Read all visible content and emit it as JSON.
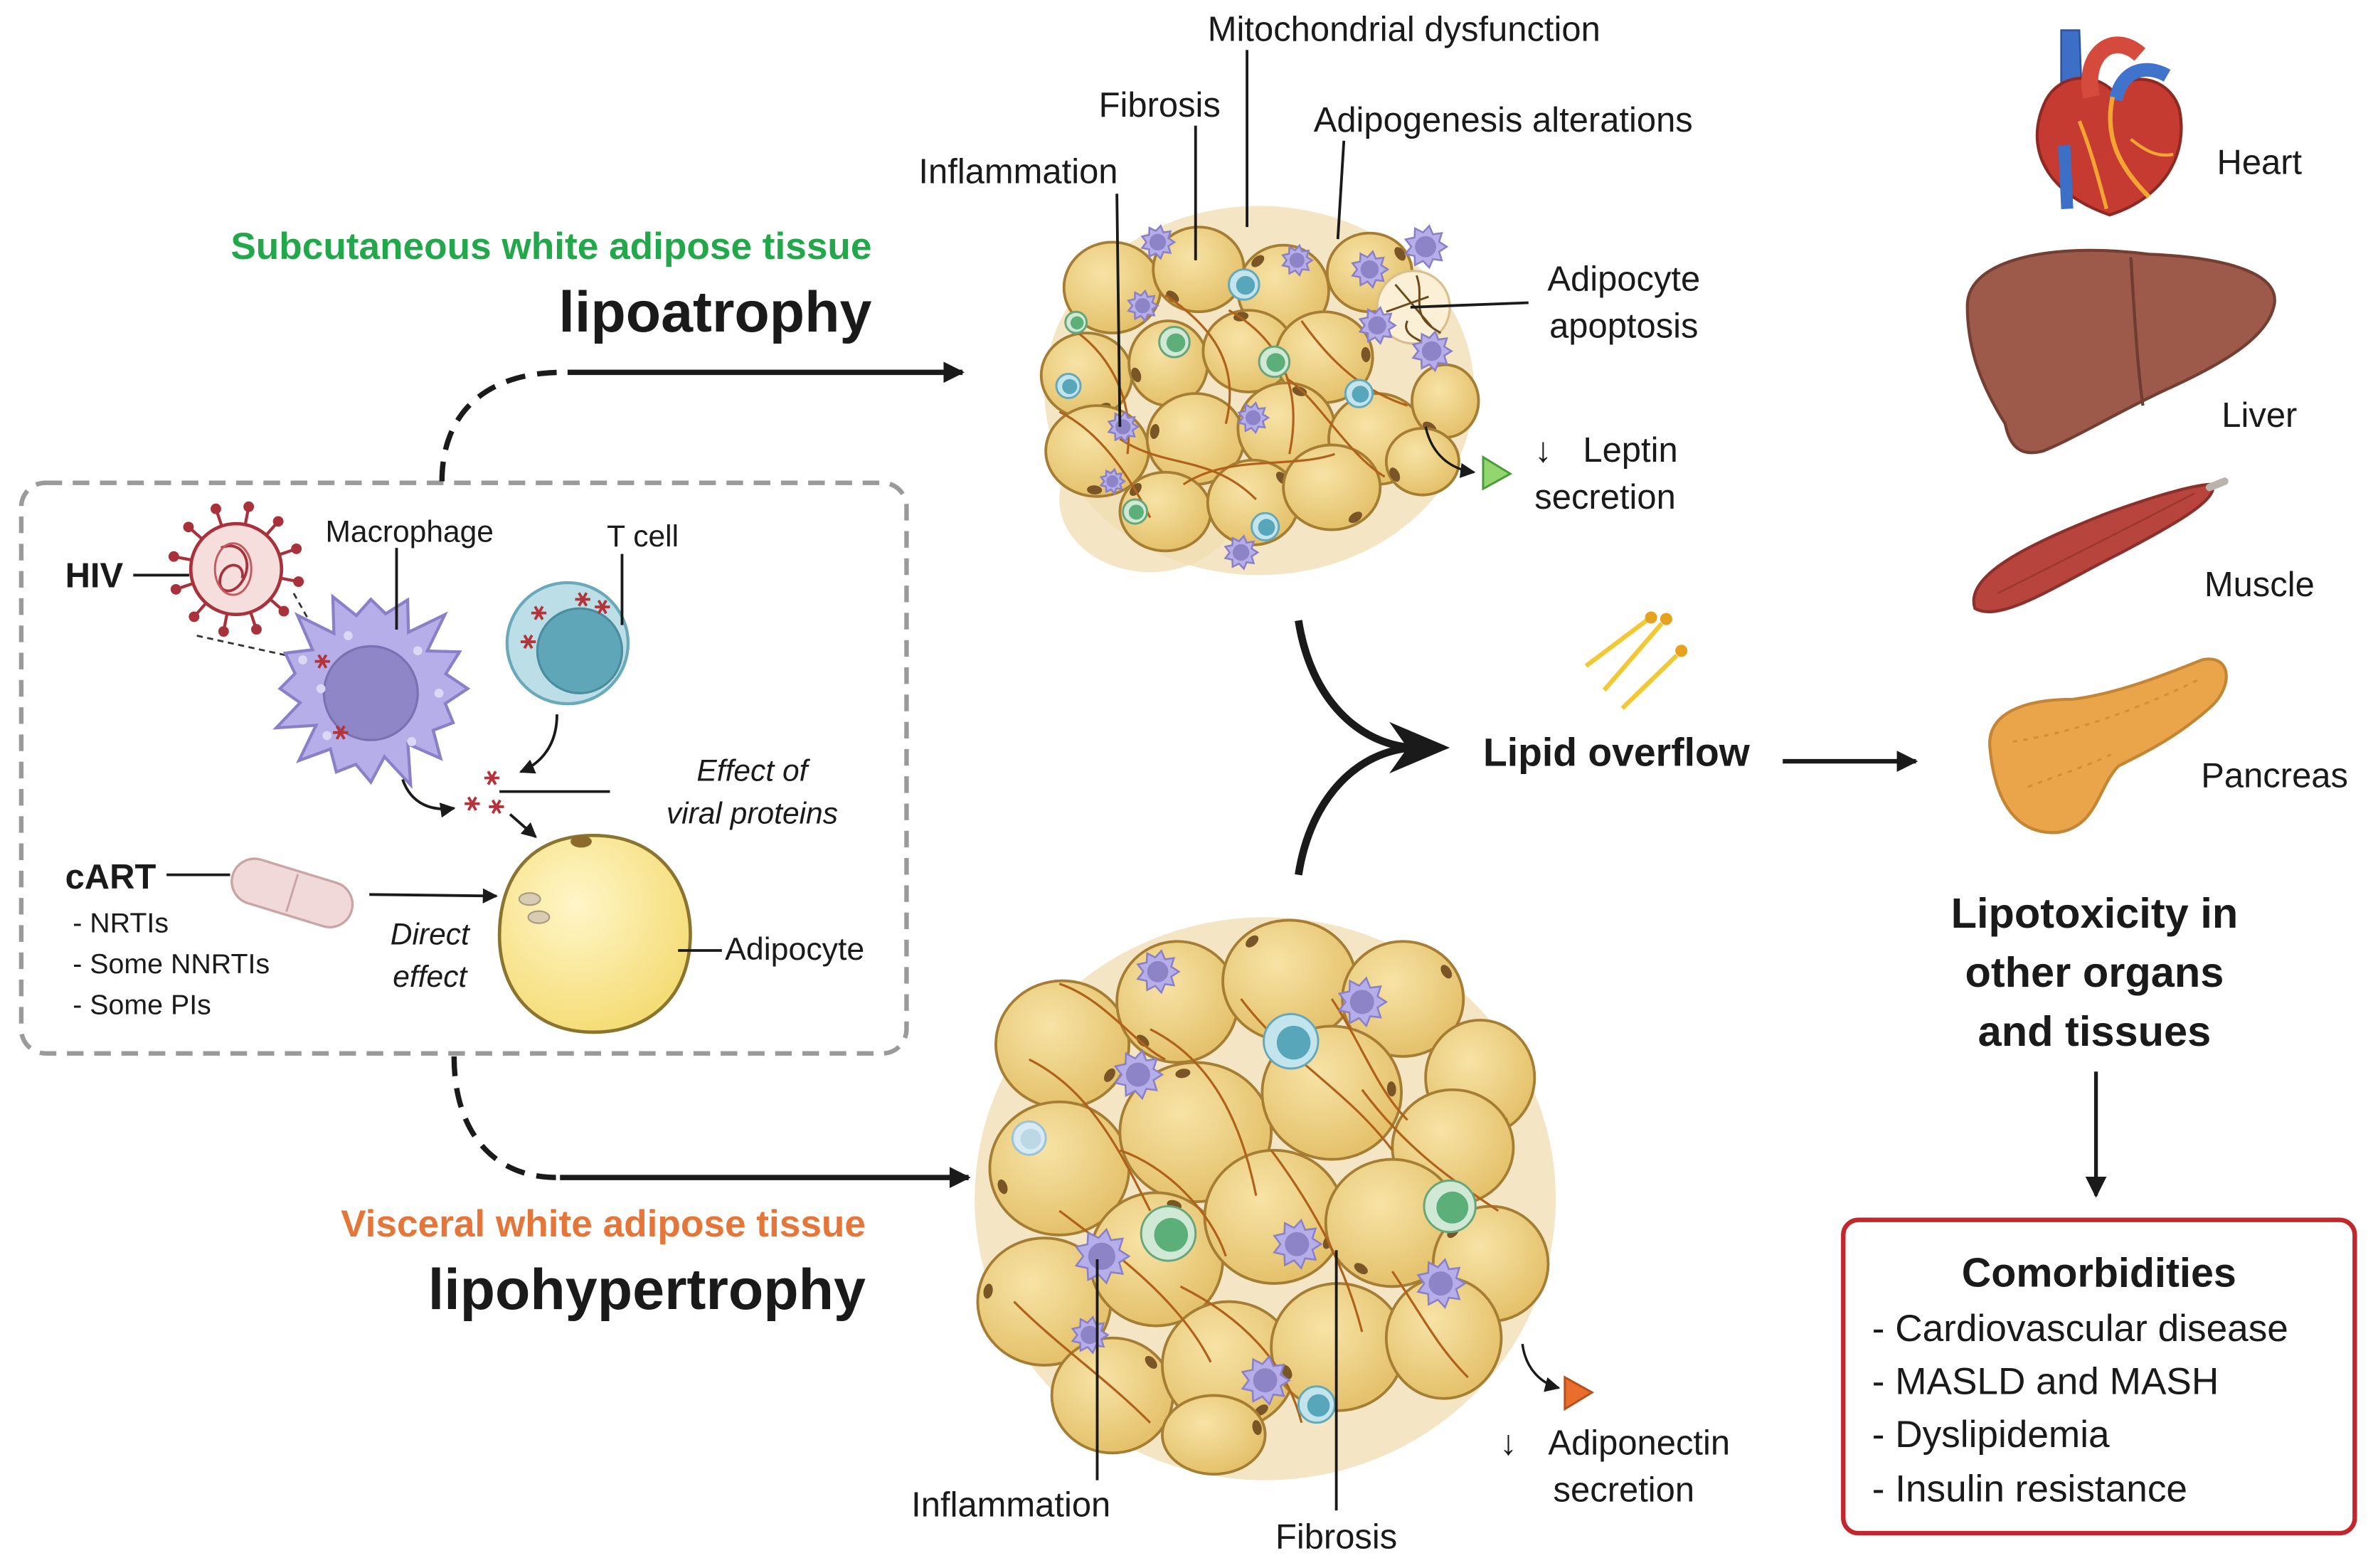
{
  "subcutaneous": {
    "tissue_label": "Subcutaneous white adipose tissue",
    "condition": "lipoatrophy",
    "mitochondrial_dysfunction": "Mitochondrial dysfunction",
    "fibrosis": "Fibrosis",
    "adipogenesis": "Adipogenesis alterations",
    "inflammation": "Inflammation",
    "apoptosis": [
      "Adipocyte",
      "apoptosis"
    ],
    "secretion_arrow": "↓",
    "secretion": [
      "Leptin",
      "secretion"
    ]
  },
  "visceral": {
    "tissue_label": "Visceral white adipose tissue",
    "condition": "lipohypertrophy",
    "inflammation": "Inflammation",
    "fibrosis": "Fibrosis",
    "secretion_arrow": "↓",
    "secretion": [
      "Adiponectin",
      "secretion"
    ]
  },
  "inset": {
    "hiv_label": "HIV",
    "macrophage_label": "Macrophage",
    "tcell_label": "T cell",
    "viral_effect": [
      "Effect of",
      "viral proteins"
    ],
    "cart_label": "cART",
    "cart_drugs": [
      "- NRTIs",
      "- Some NNRTIs",
      "- Some PIs"
    ],
    "direct_effect": [
      "Direct",
      "effect"
    ],
    "adipocyte_label": "Adipocyte"
  },
  "center": {
    "lipid_overflow": "Lipid overflow"
  },
  "organs": [
    {
      "label": "Heart",
      "icon": "heart-icon"
    },
    {
      "label": "Liver",
      "icon": "liver-icon"
    },
    {
      "label": "Muscle",
      "icon": "muscle-icon"
    },
    {
      "label": "Pancreas",
      "icon": "pancreas-icon"
    }
  ],
  "lipotoxicity": [
    "Lipotoxicity in",
    "other organs",
    "and tissues"
  ],
  "comorbidities": {
    "title": "Comorbidities",
    "items": [
      "- Cardiovascular disease",
      "- MASLD and MASH",
      "- Dyslipidemia",
      "- Insulin resistance"
    ]
  },
  "colors": {
    "subcutaneous": "#22a84a",
    "visceral": "#e5763a",
    "comorbidity_border": "#c1272d",
    "leptin_marker": "#93d66f",
    "adiponectin_marker": "#ea6d2c"
  }
}
